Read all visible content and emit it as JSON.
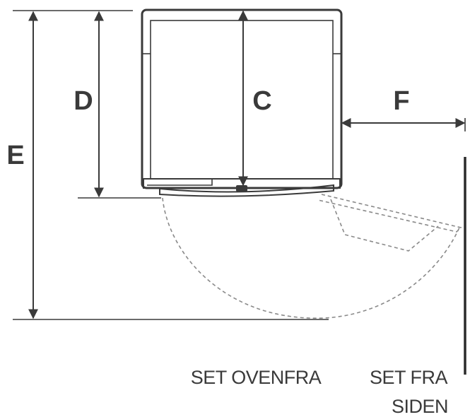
{
  "labels": {
    "dim_c": "C",
    "dim_d": "D",
    "dim_e": "E",
    "dim_f": "F",
    "caption_top_view": "SET OVENFRA",
    "caption_side_view_line1": "SET FRA",
    "caption_side_view_line2": "SIDEN"
  },
  "colors": {
    "line": "#3a3a3a",
    "dashed": "#8a8a8a",
    "background": "#ffffff"
  }
}
